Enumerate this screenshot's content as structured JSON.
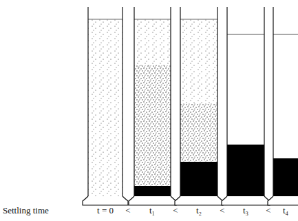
{
  "diagram": {
    "labels": [
      "Settling time",
      "t = 0",
      "<",
      "t₁",
      "<",
      "t₂",
      "<",
      "t₃",
      "<",
      "t₄"
    ]
  }
}
